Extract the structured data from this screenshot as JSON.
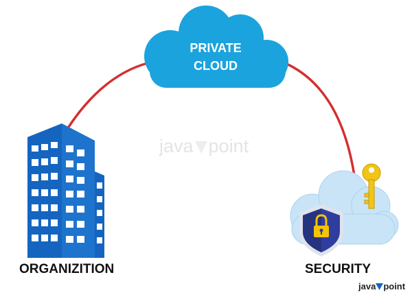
{
  "cloud": {
    "line1": "PRIVATE",
    "line2": "CLOUD",
    "color": "#1ba3dd"
  },
  "nodes": {
    "organization": {
      "label": "ORGANIZITION",
      "color": "#1565c0"
    },
    "security": {
      "label": "SECURITY",
      "shield_color": "#2f3e9e",
      "lock_color": "#f5c400",
      "key_color": "#f2c417"
    }
  },
  "connector_color": "#d32f2f",
  "watermark": {
    "center": {
      "left": "java",
      "right": "point"
    },
    "corner": {
      "left": "java",
      "right": "point"
    }
  }
}
